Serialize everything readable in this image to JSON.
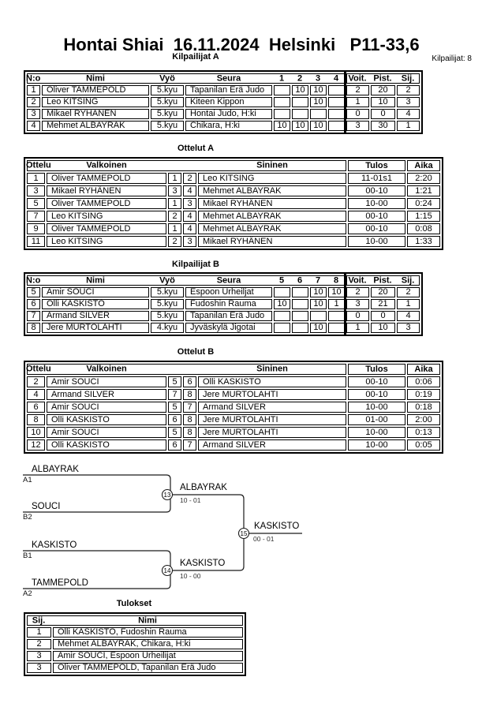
{
  "page": {
    "title": "Hontai Shiai  16.11.2024  Helsinki   P11-33,6",
    "competitors_count": "Kilpailijat: 8"
  },
  "pool_a": {
    "heading": "Kilpailijat A",
    "headers": {
      "no": "N:o",
      "name": "Nimi",
      "belt": "Vyö",
      "club": "Seura",
      "r1": "1",
      "r2": "2",
      "r3": "3",
      "r4": "4",
      "wins": "Voit.",
      "points": "Pist.",
      "place": "Sij."
    },
    "rows": [
      {
        "no": "1",
        "name": "Oliver TAMMEPOLD",
        "belt": "5.kyu",
        "club": "Tapanilan Erä Judo",
        "r1": "",
        "r2": "10",
        "r3": "10",
        "r4": "",
        "wins": "2",
        "points": "20",
        "place": "2"
      },
      {
        "no": "2",
        "name": "Leo KITSING",
        "belt": "5.kyu",
        "club": "Kiteen Kippon",
        "r1": "",
        "r2": "",
        "r3": "10",
        "r4": "",
        "wins": "1",
        "points": "10",
        "place": "3"
      },
      {
        "no": "3",
        "name": "Mikael RYHÄNEN",
        "belt": "5.kyu",
        "club": "Hontai Judo, H:ki",
        "r1": "",
        "r2": "",
        "r3": "",
        "r4": "",
        "wins": "0",
        "points": "0",
        "place": "4"
      },
      {
        "no": "4",
        "name": "Mehmet ALBAYRAK",
        "belt": "5.kyu",
        "club": "Chikara, H:ki",
        "r1": "10",
        "r2": "10",
        "r3": "10",
        "r4": "",
        "wins": "3",
        "points": "30",
        "place": "1"
      }
    ]
  },
  "matches_a": {
    "heading": "Ottelut A",
    "headers": {
      "match": "Ottelu",
      "white": "Valkoinen",
      "blue": "Sininen",
      "result": "Tulos",
      "time": "Aika"
    },
    "rows": [
      {
        "no": "1",
        "white": "Oliver TAMMEPOLD",
        "wn": "1",
        "bn": "2",
        "blue": "Leo KITSING",
        "result": "11-01s1",
        "time": "2:20"
      },
      {
        "no": "3",
        "white": "Mikael RYHÄNEN",
        "wn": "3",
        "bn": "4",
        "blue": "Mehmet ALBAYRAK",
        "result": "00-10",
        "time": "1:21"
      },
      {
        "no": "5",
        "white": "Oliver TAMMEPOLD",
        "wn": "1",
        "bn": "3",
        "blue": "Mikael RYHÄNEN",
        "result": "10-00",
        "time": "0:24"
      },
      {
        "no": "7",
        "white": "Leo KITSING",
        "wn": "2",
        "bn": "4",
        "blue": "Mehmet ALBAYRAK",
        "result": "00-10",
        "time": "1:15"
      },
      {
        "no": "9",
        "white": "Oliver TAMMEPOLD",
        "wn": "1",
        "bn": "4",
        "blue": "Mehmet ALBAYRAK",
        "result": "00-10",
        "time": "0:08"
      },
      {
        "no": "11",
        "white": "Leo KITSING",
        "wn": "2",
        "bn": "3",
        "blue": "Mikael RYHÄNEN",
        "result": "10-00",
        "time": "1:33"
      }
    ]
  },
  "pool_b": {
    "heading": "Kilpailijat B",
    "headers": {
      "no": "N:o",
      "name": "Nimi",
      "belt": "Vyö",
      "club": "Seura",
      "r1": "5",
      "r2": "6",
      "r3": "7",
      "r4": "8",
      "wins": "Voit.",
      "points": "Pist.",
      "place": "Sij."
    },
    "rows": [
      {
        "no": "5",
        "name": "Amir SOUCI",
        "belt": "5.kyu",
        "club": "Espoon Urheiljat",
        "r1": "",
        "r2": "",
        "r3": "10",
        "r4": "10",
        "wins": "2",
        "points": "20",
        "place": "2"
      },
      {
        "no": "6",
        "name": "Olli KASKISTO",
        "belt": "5.kyu",
        "club": "Fudoshin Rauma",
        "r1": "10",
        "r2": "",
        "r3": "10",
        "r4": "1",
        "wins": "3",
        "points": "21",
        "place": "1"
      },
      {
        "no": "7",
        "name": "Armand SILVER",
        "belt": "5.kyu",
        "club": "Tapanilan Erä Judo",
        "r1": "",
        "r2": "",
        "r3": "",
        "r4": "",
        "wins": "0",
        "points": "0",
        "place": "4"
      },
      {
        "no": "8",
        "name": "Jere MURTOLAHTI",
        "belt": "4.kyu",
        "club": "Jyväskylä Jigotai",
        "r1": "",
        "r2": "",
        "r3": "10",
        "r4": "",
        "wins": "1",
        "points": "10",
        "place": "3"
      }
    ]
  },
  "matches_b": {
    "heading": "Ottelut B",
    "headers": {
      "match": "Ottelu",
      "white": "Valkoinen",
      "blue": "Sininen",
      "result": "Tulos",
      "time": "Aika"
    },
    "rows": [
      {
        "no": "2",
        "white": "Amir SOUCI",
        "wn": "5",
        "bn": "6",
        "blue": "Olli KASKISTO",
        "result": "00-10",
        "time": "0:06"
      },
      {
        "no": "4",
        "white": "Armand SILVER",
        "wn": "7",
        "bn": "8",
        "blue": "Jere MURTOLAHTI",
        "result": "00-10",
        "time": "0:19"
      },
      {
        "no": "6",
        "white": "Amir SOUCI",
        "wn": "5",
        "bn": "7",
        "blue": "Armand SILVER",
        "result": "10-00",
        "time": "0:18"
      },
      {
        "no": "8",
        "white": "Olli KASKISTO",
        "wn": "6",
        "bn": "8",
        "blue": "Jere MURTOLAHTI",
        "result": "01-00",
        "time": "2:00"
      },
      {
        "no": "10",
        "white": "Amir SOUCI",
        "wn": "5",
        "bn": "8",
        "blue": "Jere MURTOLAHTI",
        "result": "10-00",
        "time": "0:13"
      },
      {
        "no": "12",
        "white": "Olli KASKISTO",
        "wn": "6",
        "bn": "7",
        "blue": "Armand SILVER",
        "result": "10-00",
        "time": "0:05"
      }
    ]
  },
  "bracket": {
    "semi1_top_name": "ALBAYRAK",
    "semi1_top_seed": "A1",
    "semi1_bottom_name": "SOUCI",
    "semi1_bottom_seed": "B2",
    "semi1_match_no": "13",
    "semi1_winner": "ALBAYRAK",
    "semi1_score": "10 - 01",
    "semi2_top_name": "KASKISTO",
    "semi2_top_seed": "B1",
    "semi2_bottom_name": "TAMMEPOLD",
    "semi2_bottom_seed": "A2",
    "semi2_match_no": "14",
    "semi2_winner": "KASKISTO",
    "semi2_score": "10 - 00",
    "final_match_no": "15",
    "final_winner": "KASKISTO",
    "final_score": "00 - 01"
  },
  "results": {
    "heading": "Tulokset",
    "headers": {
      "place": "Sij.",
      "name": "Nimi"
    },
    "rows": [
      {
        "place": "1",
        "name": "Olli KASKISTO, Fudoshin Rauma"
      },
      {
        "place": "2",
        "name": "Mehmet ALBAYRAK, Chikara, H:ki"
      },
      {
        "place": "3",
        "name": "Amir SOUCI, Espoon Urheilijat"
      },
      {
        "place": "3",
        "name": "Oliver TAMMEPOLD, Tapanilan Erä Judo"
      }
    ]
  }
}
